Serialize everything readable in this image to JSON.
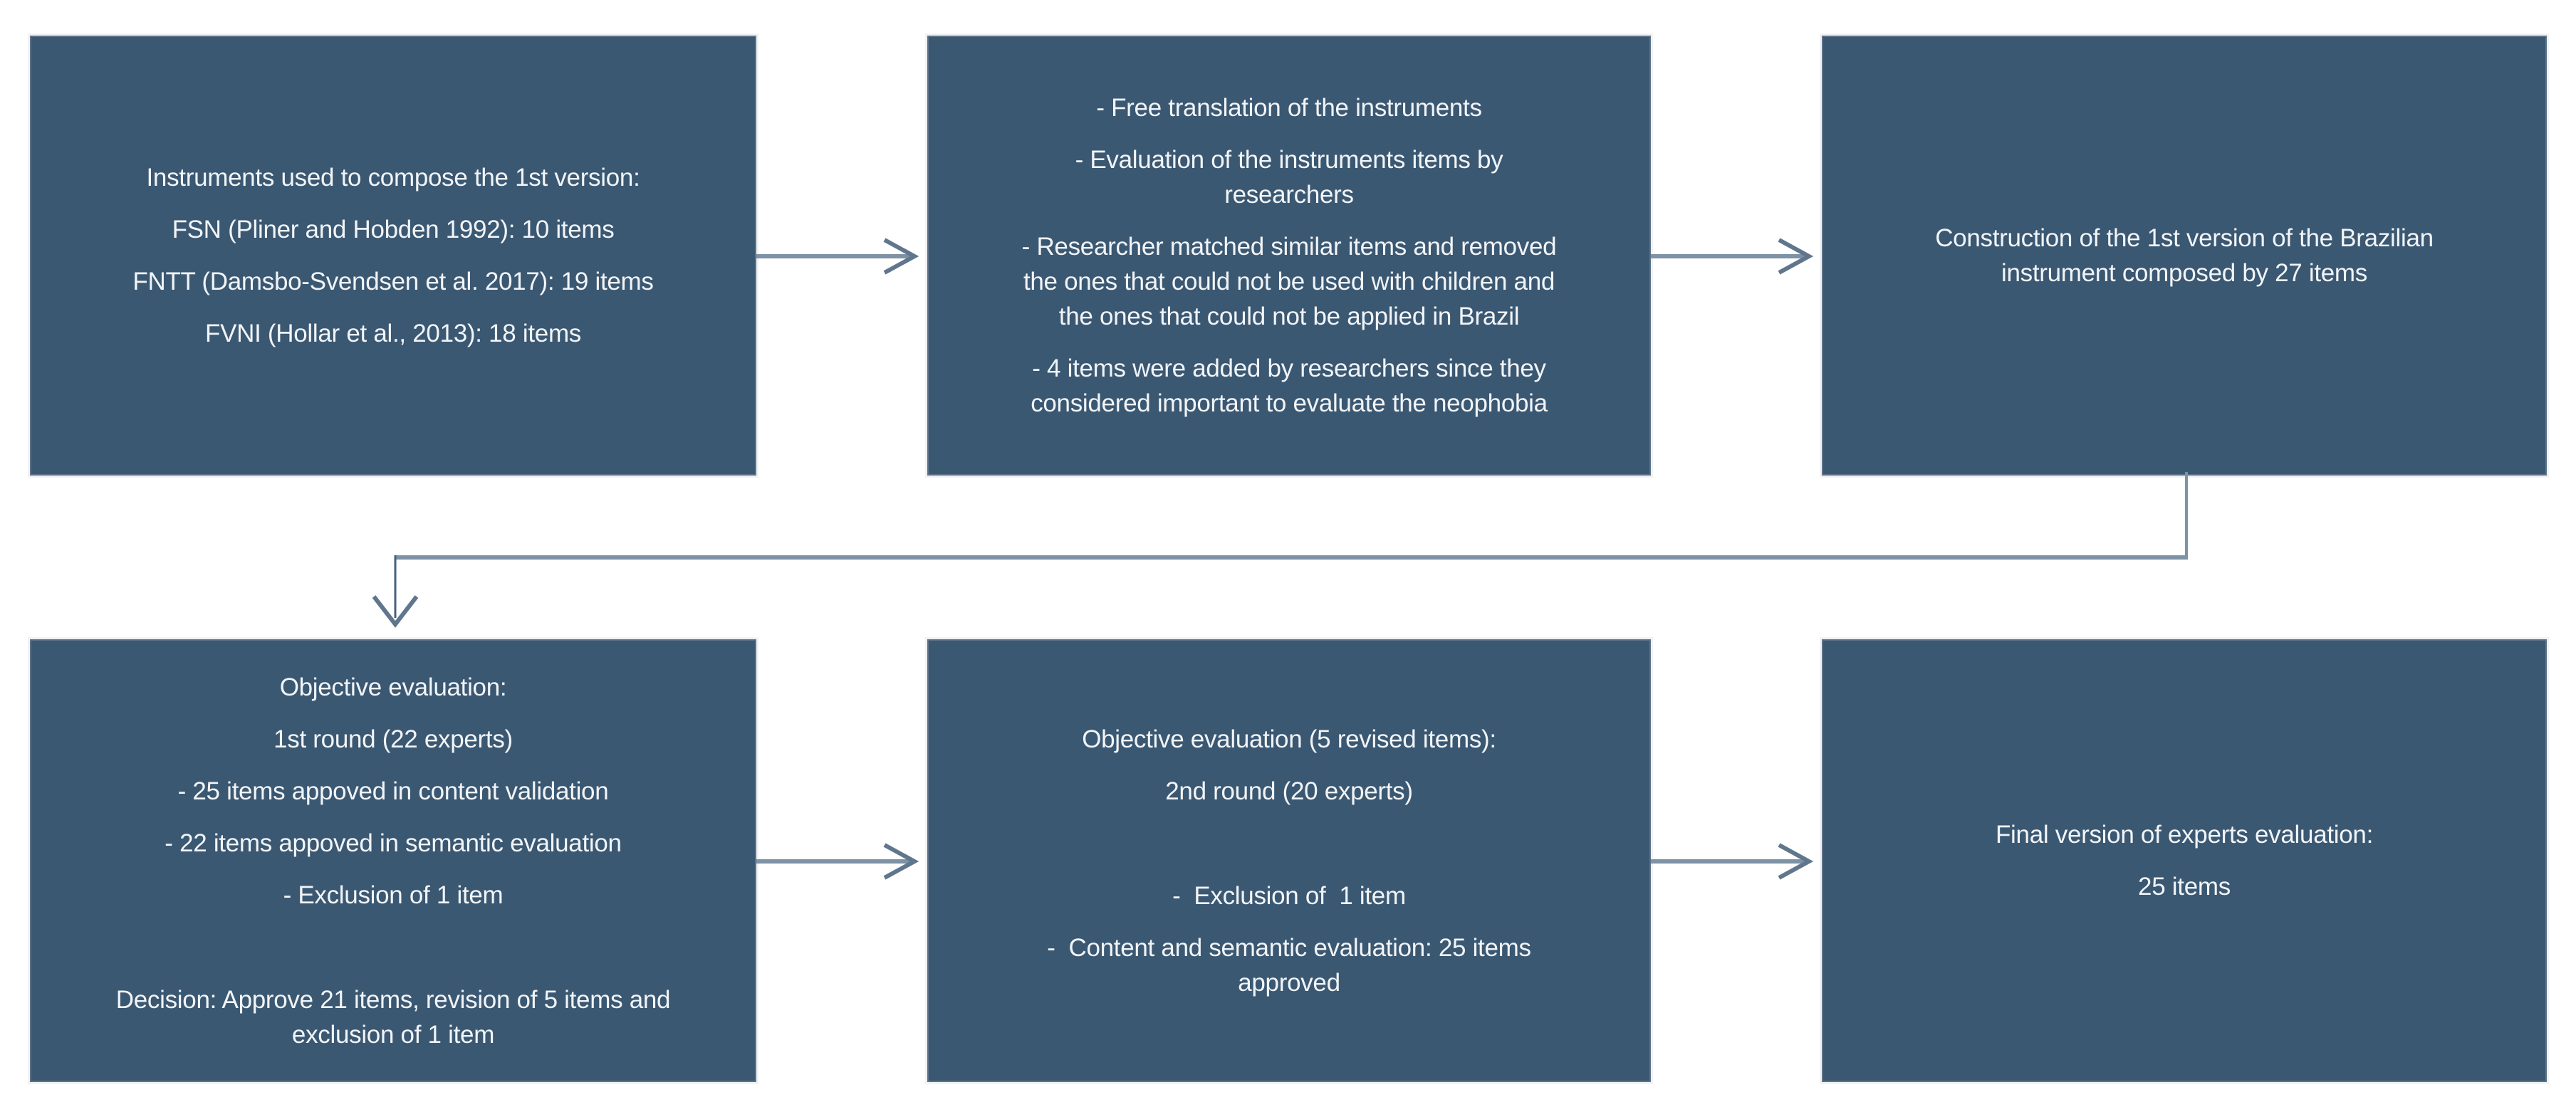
{
  "diagram": {
    "kind": "flowchart",
    "rows": 2,
    "columns": 3,
    "flow": "box1 → box2 → box3 → (elbow down-left) box4 → box5 → box6"
  },
  "colors": {
    "background": "#FFFFFF",
    "box_fill": "#3B5872",
    "box_border": "#5E7288",
    "box_text": "#F1F4F7",
    "arrow_shaft": "#7E92A6",
    "arrow_head": "#60768D",
    "elbow_line": "#44617F"
  },
  "connectors": {
    "right_arrow_glyph": "open-chevron-right",
    "down_arrow_glyph": "open-chevron-down"
  },
  "boxes": [
    {
      "id": "instruments",
      "paragraphs": [
        "Instruments used to compose the 1st version:",
        "FSN (Pliner and Hobden 1992): 10 items",
        "FNTT (Damsbo-Svendsen et al. 2017): 19 items",
        "FVNI (Hollar et al., 2013): 18 items"
      ]
    },
    {
      "id": "translation-evaluation",
      "paragraphs": [
        "- Free translation of the instruments",
        "- Evaluation of the instruments items by\nresearchers",
        "- Researcher matched similar items and removed\nthe ones that could not be used with children and\nthe ones that could not be applied in Brazil",
        "- 4 items were added by researchers since they\nconsidered important to evaluate the neophobia"
      ]
    },
    {
      "id": "construction",
      "paragraphs": [
        "Construction of the 1st version of the Brazilian\ninstrument composed by 27 items"
      ]
    },
    {
      "id": "objective-evaluation-round1",
      "paragraphs": [
        "Objective evaluation:",
        "1st round (22 experts)",
        "- 25 items appoved in content validation",
        "- 22 items appoved in semantic evaluation",
        "- Exclusion of 1 item",
        "Decision: Approve 21 items, revision of 5 items and\nexclusion of 1 item"
      ]
    },
    {
      "id": "objective-evaluation-round2",
      "paragraphs": [
        "Objective evaluation (5 revised items):",
        "2nd round (20 experts)",
        "-  Exclusion of  1 item",
        "-  Content and semantic evaluation: 25 items\napproved"
      ]
    },
    {
      "id": "final-version",
      "paragraphs": [
        "Final version of experts evaluation:",
        "25 items"
      ]
    }
  ]
}
